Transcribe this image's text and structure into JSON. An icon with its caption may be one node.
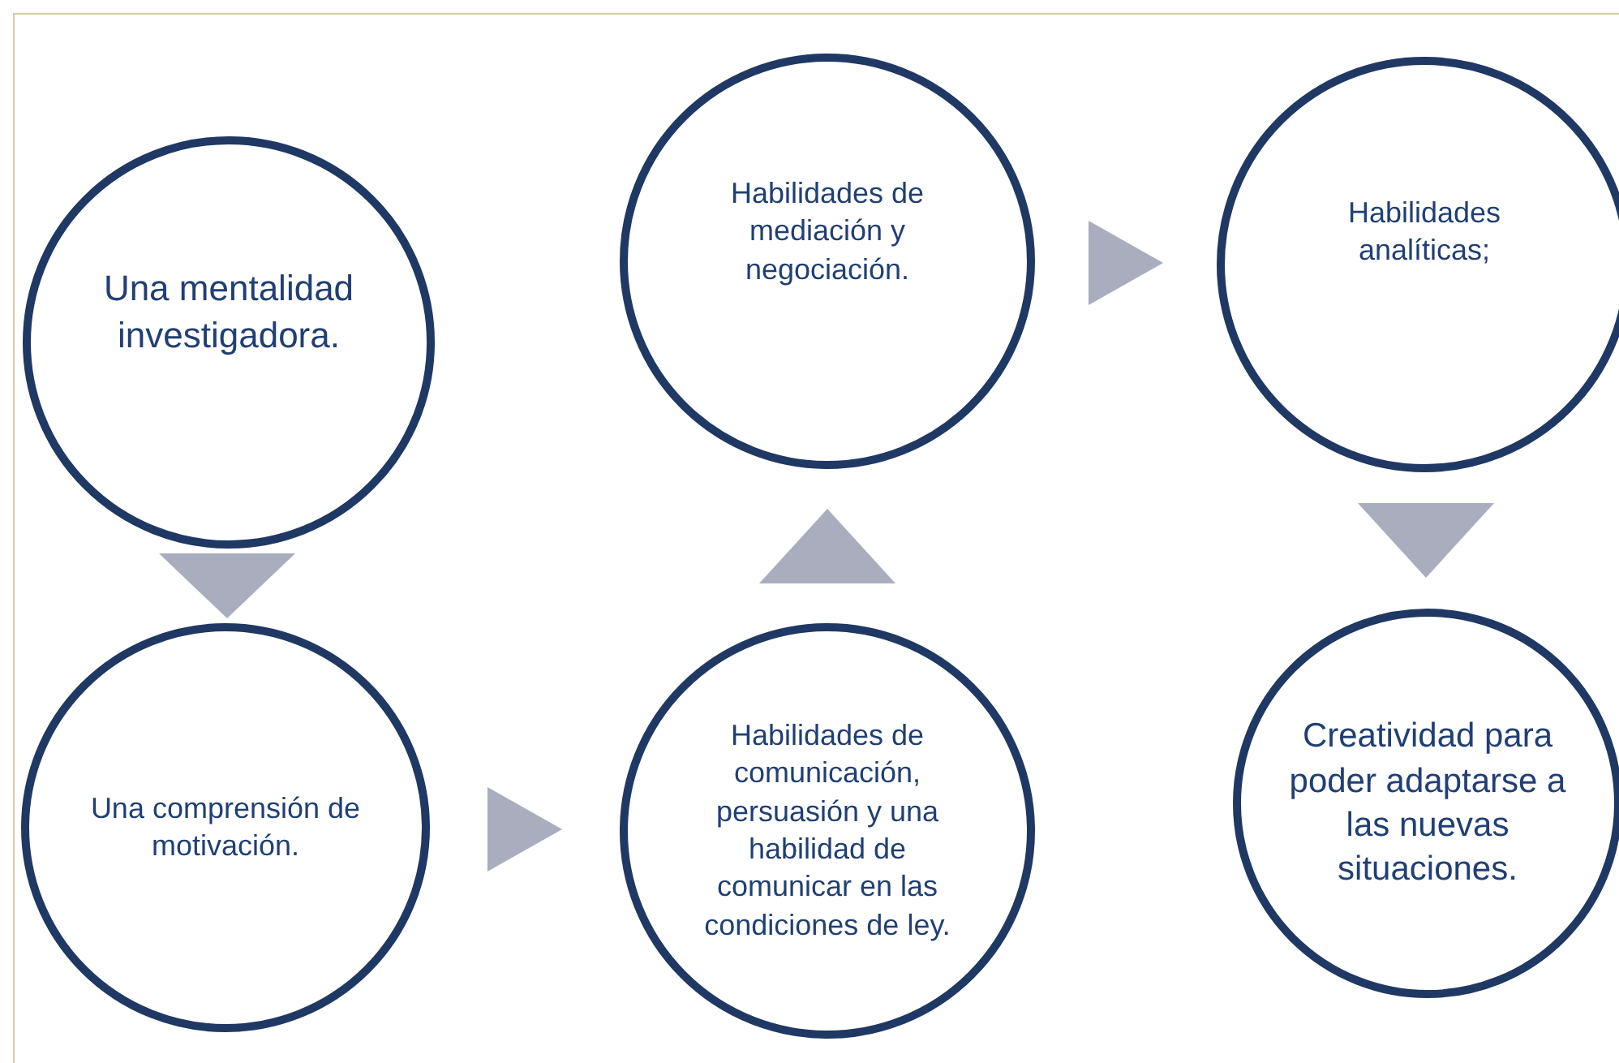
{
  "diagram": {
    "nodes": [
      {
        "text": [
          "Una mentalidad investigadora."
        ]
      },
      {
        "text": [
          "Una comprensión de motivación."
        ]
      },
      {
        "text": [
          "Habilidades de comunicación, persuasión y una habilidad de comunicar en las condiciones de ley."
        ]
      },
      {
        "text": [
          "Habilidades de mediación y negociación."
        ]
      },
      {
        "text": [
          "Habilidades analíticas;"
        ]
      },
      {
        "text": [
          "Creatividad para poder adaptarse a las nuevas situaciones."
        ]
      }
    ],
    "edges": [
      {
        "from": 0,
        "to": 1,
        "arrow": "to"
      },
      {
        "from": 1,
        "to": 2,
        "arrow": "to"
      },
      {
        "from": 2,
        "to": 3,
        "arrow": "to"
      },
      {
        "from": 3,
        "to": 4,
        "arrow": "to"
      },
      {
        "from": 4,
        "to": 5,
        "arrow": "to"
      }
    ]
  }
}
